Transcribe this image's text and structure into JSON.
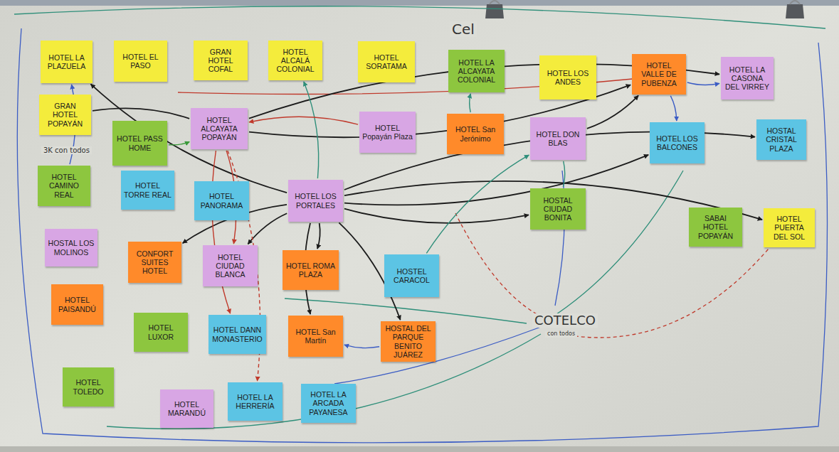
{
  "diagram": {
    "nodes": [
      {
        "text": [
          "HOTEL LA PLAZUELA"
        ]
      },
      {
        "text": [
          "HOTEL EL PASO"
        ]
      },
      {
        "text": [
          "GRAN HOTEL COFAL"
        ]
      },
      {
        "text": [
          "HOTEL ALCALÁ COLONIAL"
        ]
      },
      {
        "text": [
          "HOTEL SORATAMA"
        ]
      },
      {
        "text": [
          "HOTEL LA ALCAYATA COLONIAL"
        ]
      },
      {
        "text": [
          "HOTEL LOS ANDES"
        ]
      },
      {
        "text": [
          "HOTEL VALLE DE PUBENZA"
        ]
      },
      {
        "text": [
          "HOTEL LA CASONA DEL VIRREY"
        ]
      },
      {
        "text": [
          "GRAN HOTEL POPAYÁN"
        ]
      },
      {
        "text": [
          "HOTEL PASS HOME"
        ]
      },
      {
        "text": [
          "HOTEL ALCAYATA POPAYÁN"
        ]
      },
      {
        "text": [
          "HOTEL Popayán Plaza"
        ]
      },
      {
        "text": [
          "HOTEL San Jerónimo"
        ]
      },
      {
        "text": [
          "HOTEL DON BLAS"
        ]
      },
      {
        "text": [
          "HOTEL LOS BALCONES"
        ]
      },
      {
        "text": [
          "HOSTAL CRISTAL PLAZA"
        ]
      },
      {
        "text": [
          "HOTEL CAMINO REAL"
        ]
      },
      {
        "text": [
          "HOTEL TORRE REAL"
        ]
      },
      {
        "text": [
          "HOTEL PANORAMA"
        ]
      },
      {
        "text": [
          "HOTEL LOS PORTALES"
        ]
      },
      {
        "text": [
          "HOSTAL CIUDAD BONITA"
        ]
      },
      {
        "text": [
          "SABAI HOTEL POPAYÁN"
        ]
      },
      {
        "text": [
          "HOTEL PUERTA DEL SOL"
        ]
      },
      {
        "text": [
          "HOSTAL LOS MOLINOS"
        ]
      },
      {
        "text": [
          "CONFORT SUITES HOTEL"
        ]
      },
      {
        "text": [
          "HOTEL CIUDAD BLANCA"
        ]
      },
      {
        "text": [
          "HOTEL ROMA PLAZA"
        ]
      },
      {
        "text": [
          "HOSTEL CARACOL"
        ]
      },
      {
        "text": [
          "HOTEL PAISANDÚ"
        ]
      },
      {
        "text": [
          "HOTEL LUXOR"
        ]
      },
      {
        "text": [
          "HOTEL DANN MONASTERIO"
        ]
      },
      {
        "text": [
          "HOTEL San Martín"
        ]
      },
      {
        "text": [
          "HOSTAL DEL PARQUE BENITO JUÁREZ"
        ]
      },
      {
        "text": [
          "HOTEL TOLEDO"
        ]
      },
      {
        "text": [
          "HOTEL MARANDÚ"
        ]
      },
      {
        "text": [
          "HOTEL LA HERRERÍA"
        ]
      },
      {
        "text": [
          "HOTEL LA ARCADA PAYANESA"
        ]
      }
    ],
    "edges": [
      {
        "from": 20,
        "to": 26,
        "arrow": "to"
      },
      {
        "from": 20,
        "to": 27,
        "arrow": "to"
      },
      {
        "from": 20,
        "to": 32,
        "arrow": "to"
      },
      {
        "from": 20,
        "to": 33,
        "arrow": "to"
      },
      {
        "from": 20,
        "to": 15,
        "arrow": "to"
      },
      {
        "from": 20,
        "to": 16,
        "arrow": "to"
      },
      {
        "from": 20,
        "to": 21,
        "arrow": "to"
      },
      {
        "from": 20,
        "to": 0,
        "arrow": "to"
      },
      {
        "from": 20,
        "to": 25,
        "arrow": "to"
      },
      {
        "from": 20,
        "to": 23,
        "arrow": "to"
      },
      {
        "from": 11,
        "to": 7,
        "arrow": "to"
      },
      {
        "from": 11,
        "to": 8,
        "arrow": "to"
      },
      {
        "from": 14,
        "to": 7,
        "arrow": "to"
      },
      {
        "from": 9,
        "to": 11,
        "arrow": "none"
      },
      {
        "from": 20,
        "to": 3,
        "arrow": "to"
      },
      {
        "from": 11,
        "to": 26,
        "arrow": "to"
      },
      {
        "from": 11,
        "to": 31,
        "arrow": "to"
      },
      {
        "from": 11,
        "to": 36,
        "arrow": "to"
      },
      {
        "from": 12,
        "to": 11,
        "arrow": "to"
      },
      {
        "from": 13,
        "to": 5,
        "arrow": "to"
      },
      {
        "from": 7,
        "to": 8,
        "arrow": "to"
      },
      {
        "from": 7,
        "to": 15,
        "arrow": "to"
      },
      {
        "from": 17,
        "to": 0,
        "arrow": "to"
      },
      {
        "from": 28,
        "to": 14,
        "arrow": "to"
      },
      {
        "from": 21,
        "to": 14,
        "arrow": "none"
      },
      {
        "from": 33,
        "to": 32,
        "arrow": "to"
      },
      {
        "from": 10,
        "to": 11,
        "arrow": "to"
      }
    ],
    "labels": [
      "Cel",
      "3K con todos",
      "COTELCO",
      "con todos"
    ]
  }
}
